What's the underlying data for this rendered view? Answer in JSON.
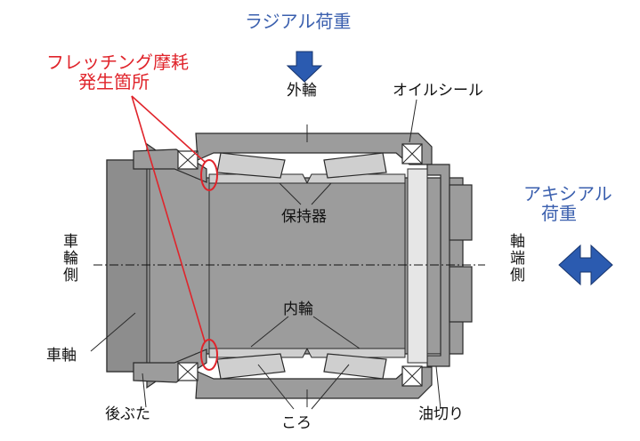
{
  "labels": {
    "radial_load": "ラジアル荷重",
    "fretting_line1": "フレッチング摩耗",
    "fretting_line2": "発生箇所",
    "outer_ring": "外輪",
    "oil_seal": "オイルシール",
    "axial_load_line1": "アキシアル",
    "axial_load_line2": "荷重",
    "cage": "保持器",
    "wheel_side": "車輪側",
    "axle_end_side": "軸端側",
    "inner_ring": "内輪",
    "axle": "車軸",
    "rear_cover": "後ぶた",
    "rollers": "ころ",
    "oil_thrower": "油切り"
  },
  "colors": {
    "arrow_fill": "#2b5bb0",
    "arrow_stroke": "#17346d",
    "body_gray": "#9c9c9c",
    "light_gray": "#cfcfcf",
    "highlight_red": "#e0242b",
    "label_blue": "#3a5fae"
  },
  "icons": {
    "radial_arrow": "arrow-down",
    "axial_arrow": "arrow-left-right"
  }
}
